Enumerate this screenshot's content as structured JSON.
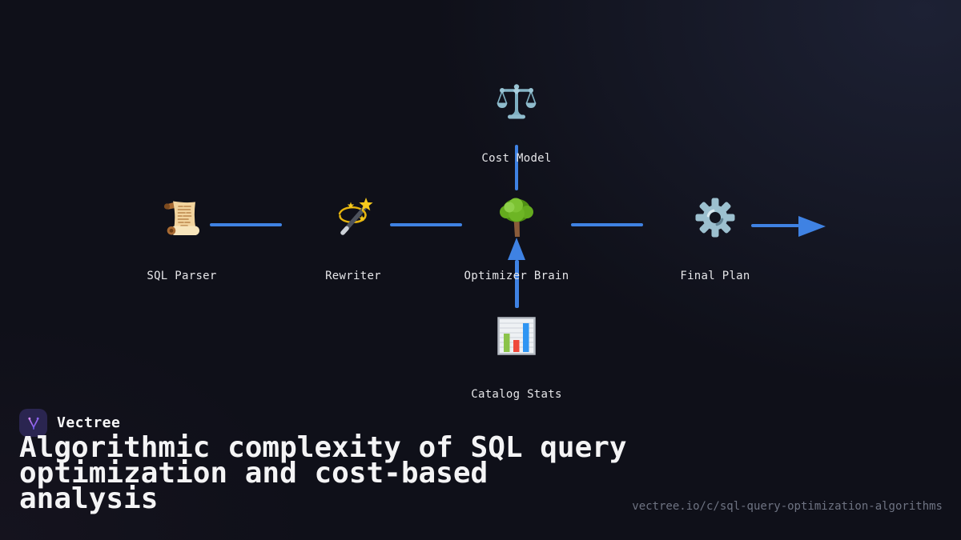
{
  "page": {
    "brand": "Vectree",
    "title": "Algorithmic complexity of SQL query\noptimization and cost-based\nanalysis",
    "url": "vectree.io/c/sql-query-optimization-algorithms"
  },
  "colors": {
    "background": "#0f1019",
    "glow": "#1d2134",
    "arrow": "#3f82e3",
    "label": "#e6e6e9",
    "title": "#f4f4f5",
    "url": "#6e7382",
    "logo_bg": "#2a2550",
    "logo_purple": "#a06bf0"
  },
  "diagram": {
    "nodes": [
      {
        "id": "cost-model",
        "label": "Cost Model",
        "icon": "balance-scale-icon"
      },
      {
        "id": "sql-parser",
        "label": "SQL Parser",
        "icon": "scroll-icon"
      },
      {
        "id": "rewriter",
        "label": "Rewriter",
        "icon": "magic-wand-icon"
      },
      {
        "id": "optimizer-brain",
        "label": "Optimizer Brain",
        "icon": "tree-icon"
      },
      {
        "id": "final-plan",
        "label": "Final Plan",
        "icon": "gear-icon"
      },
      {
        "id": "catalog-stats",
        "label": "Catalog Stats",
        "icon": "bar-chart-icon"
      }
    ],
    "edges": [
      {
        "from": "sql-parser",
        "to": "rewriter",
        "style": "plain-line"
      },
      {
        "from": "rewriter",
        "to": "optimizer-brain",
        "style": "plain-line"
      },
      {
        "from": "optimizer-brain",
        "to": "final-plan",
        "style": "plain-line"
      },
      {
        "from": "final-plan",
        "to": "output",
        "style": "arrow-right"
      },
      {
        "from": "cost-model",
        "to": "optimizer-brain",
        "style": "plain-line-down"
      },
      {
        "from": "catalog-stats",
        "to": "optimizer-brain",
        "style": "arrow-up"
      }
    ]
  }
}
